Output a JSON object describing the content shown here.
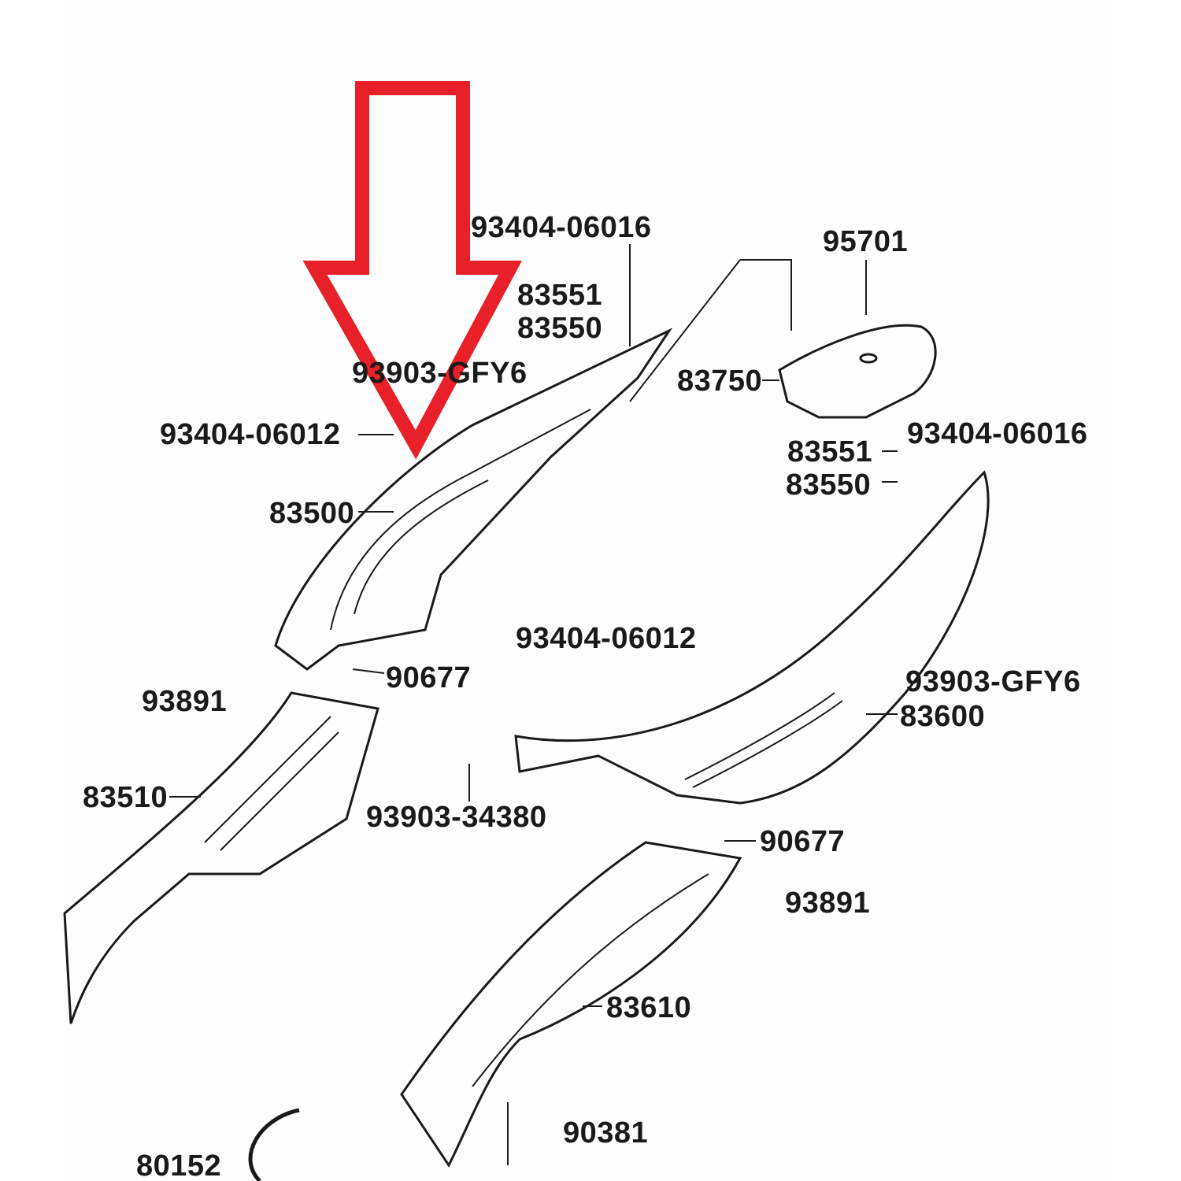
{
  "diagram": {
    "labels": {
      "l1": "93404-06016",
      "l2": "95701",
      "l3": "83551",
      "l4": "83550",
      "l5": "93903-GFY6",
      "l6": "83750",
      "l7": "93404-06012",
      "l8": "93404-06016",
      "l9": "83551",
      "l10": "83550",
      "l11": "83500",
      "l12": "93404-06012",
      "l13": "90677",
      "l14": "93903-GFY6",
      "l15": "93891",
      "l16": "83600",
      "l17": "83510",
      "l18": "93903-34380",
      "l19": "90677",
      "l20": "93891",
      "l21": "83610",
      "l22": "90381",
      "l23": "80152"
    },
    "colors": {
      "arrow": "#e8202a",
      "line": "#1a1a1a"
    }
  }
}
